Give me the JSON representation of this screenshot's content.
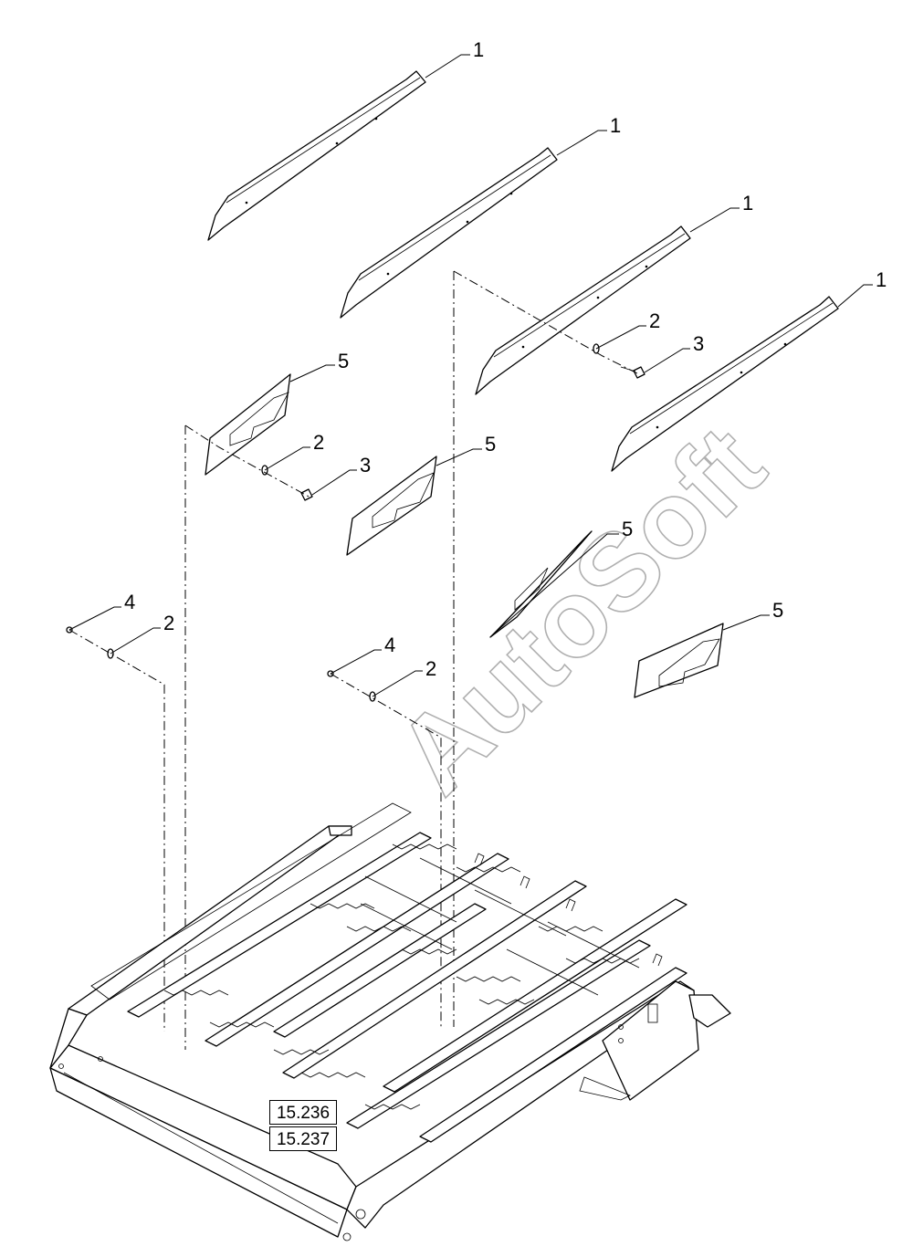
{
  "callouts": {
    "c1a": "1",
    "c1b": "1",
    "c1c": "1",
    "c1d": "1",
    "c2a": "2",
    "c2b": "2",
    "c2c": "2",
    "c2d": "2",
    "c3a": "3",
    "c3b": "3",
    "c4a": "4",
    "c4b": "4",
    "c5a": "5",
    "c5b": "5",
    "c5c": "5",
    "c5d": "5"
  },
  "references": [
    "15.236",
    "15.237"
  ],
  "watermark": "AutoSoft"
}
